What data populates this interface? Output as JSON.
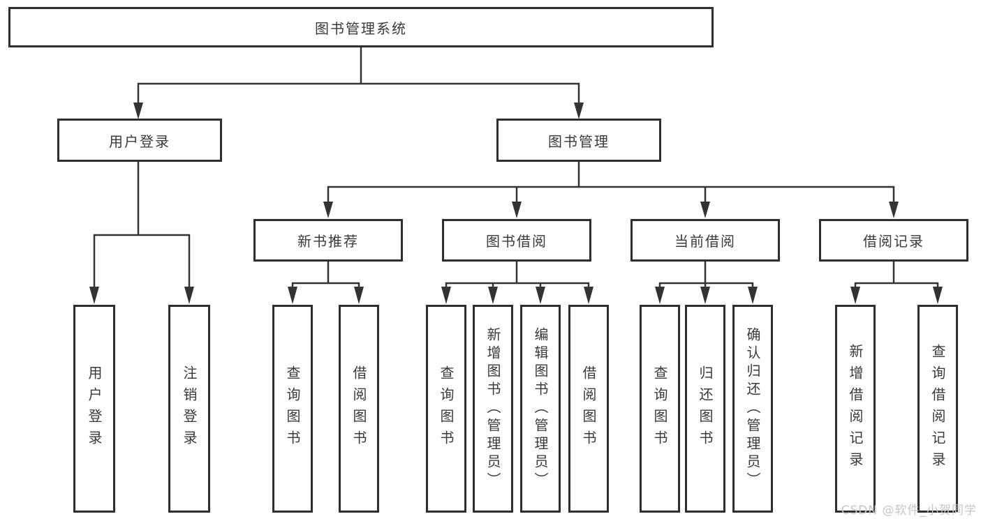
{
  "colors": {
    "line": "#333333",
    "box_border": "#2e2e2e",
    "text": "#3a3a3a",
    "background": "#ffffff",
    "watermark_text": "#c7c7c7"
  },
  "tree": {
    "root": "图书管理系统",
    "branches": [
      {
        "label": "用户登录",
        "leaves": [
          "用户登录",
          "注销登录"
        ]
      },
      {
        "label": "图书管理",
        "groups": [
          {
            "label": "新书推荐",
            "leaves": [
              "查询图书",
              "借阅图书"
            ]
          },
          {
            "label": "图书借阅",
            "leaves": [
              "查询图书",
              "新增图书（管理员）",
              "编辑图书（管理员）",
              "借阅图书"
            ]
          },
          {
            "label": "当前借阅",
            "leaves": [
              "查询图书",
              "归还图书",
              "确认归还（管理员）"
            ]
          },
          {
            "label": "借阅记录",
            "leaves": [
              "新增借阅记录",
              "查询借阅记录"
            ]
          }
        ]
      }
    ]
  },
  "watermark": "CSDN @软件_小贺同学"
}
